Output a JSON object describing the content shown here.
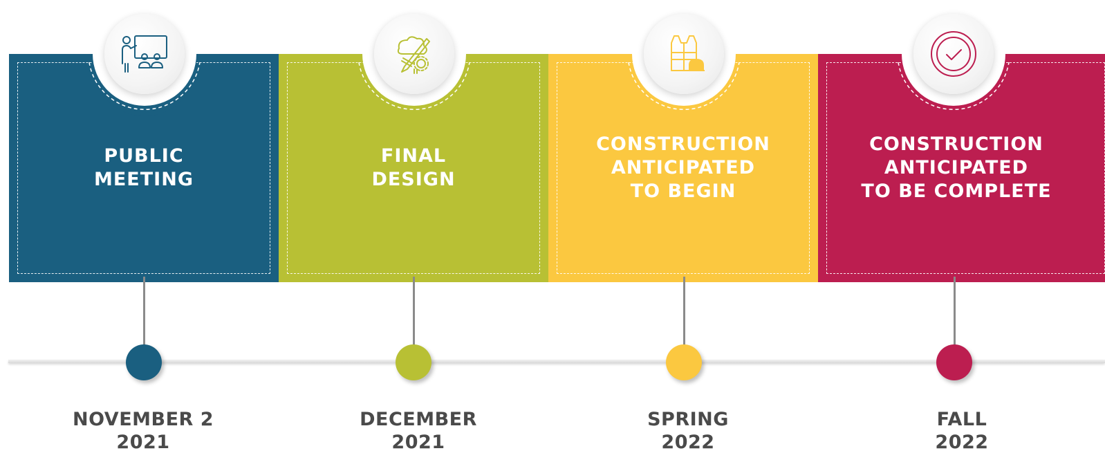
{
  "milestones": [
    {
      "title": "PUBLIC\nMEETING",
      "date_line1": "NOVEMBER 2",
      "date_line2": "2021",
      "color": "#1a5f80",
      "icon": "presentation-icon"
    },
    {
      "title": "FINAL\nDESIGN",
      "date_line1": "DECEMBER",
      "date_line2": "2021",
      "color": "#b8c034",
      "icon": "design-tools-icon"
    },
    {
      "title": "CONSTRUCTION\nANTICIPATED\nTO BEGIN",
      "date_line1": "SPRING",
      "date_line2": "2022",
      "color": "#fbc840",
      "icon": "construction-vest-icon"
    },
    {
      "title": "CONSTRUCTION\nANTICIPATED\nTO BE COMPLETE",
      "date_line1": "FALL",
      "date_line2": "2022",
      "color": "#bc1e50",
      "icon": "checkmark-icon"
    }
  ]
}
